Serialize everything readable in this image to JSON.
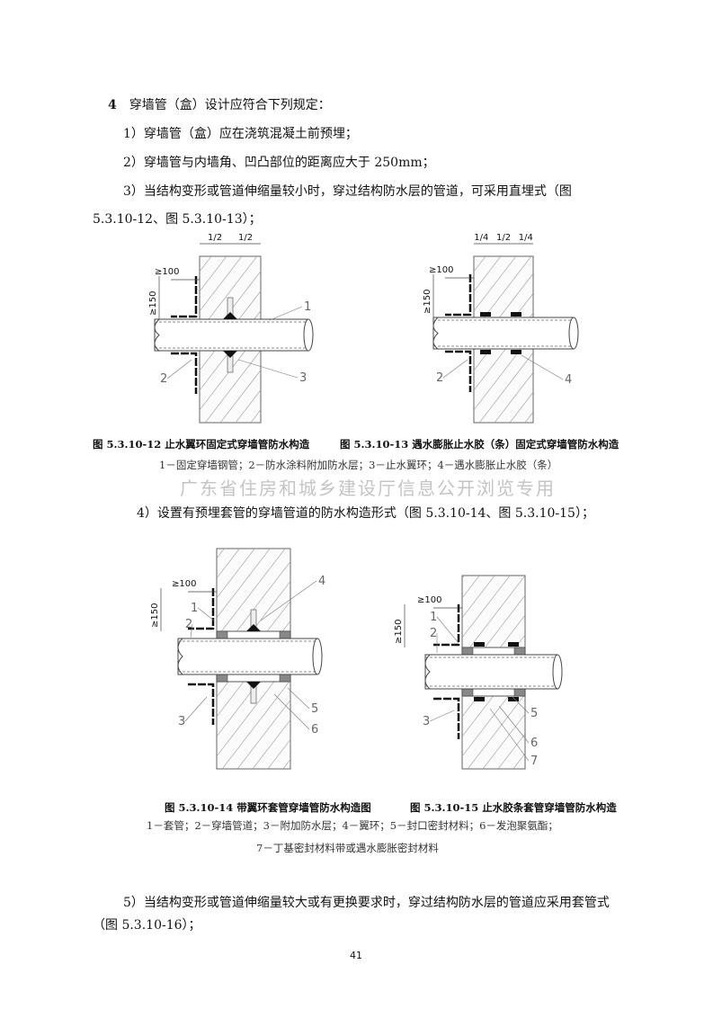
{
  "paragraphs": {
    "item4_num": "4",
    "item4": "穿墙管（盒）设计应符合下列规定：",
    "item4_1": "1）穿墙管（盒）应在浇筑混凝土前预埋；",
    "item4_2": "2）穿墙管与内墙角、凹凸部位的距离应大于 250mm；",
    "item4_3a": "3）当结构变形或管道伸缩量较小时，穿过结构防水层的管道，可采用直埋式（图",
    "item4_3b": "5.3.10-12、图 5.3.10-13）；",
    "item4_4": "4）设置有预埋套管的穿墙管道的防水构造形式（图 5.3.10-14、图 5.3.10-15）；",
    "item4_5a": "5）当结构变形或管道伸缩量较大或有更换要求时，穿过结构防水层的管道应采用套管式",
    "item4_5b": "（图 5.3.10-16）；"
  },
  "figures": {
    "fig12": {
      "caption": "图 5.3.10-12  止水翼环固定式穿墙管防水构造",
      "dims": [
        "1/2",
        "1/2"
      ],
      "d100": "≥100",
      "d150": "≥150",
      "labels": [
        "1",
        "2",
        "3"
      ]
    },
    "fig13": {
      "caption": "图 5.3.10-13  遇水膨胀止水胶（条）固定式穿墙管防水构造",
      "dims": [
        "1/4",
        "1/2",
        "1/4"
      ],
      "d100": "≥100",
      "d150": "≥150",
      "labels": [
        "2",
        "4"
      ]
    },
    "legend_a": "1－固定穿墙钢管；2－防水涂料附加防水层；3－止水翼环；4－遇水膨胀止水胶（条）",
    "fig14": {
      "caption": "图 5.3.10-14  带翼环套管穿墙管防水构造图",
      "d100": "≥100",
      "d150": "≥150",
      "labels": [
        "1",
        "2",
        "3",
        "4",
        "5",
        "6"
      ]
    },
    "fig15": {
      "caption": "图 5.3.10-15  止水胶条套管穿墙管防水构造",
      "d100": "≥100",
      "d150": "≥150",
      "labels": [
        "1",
        "2",
        "3",
        "5",
        "6",
        "7"
      ]
    },
    "legend_b1": "1－套管；2－穿墙管道；3－附加防水层；4－翼环；5－封口密封材料；6－发泡聚氨酯；",
    "legend_b2": "7－丁基密封材料带或遇水膨胀密封材料"
  },
  "watermark": "广东省住房和城乡建设厅信息公开浏览专用",
  "page_number": "41"
}
